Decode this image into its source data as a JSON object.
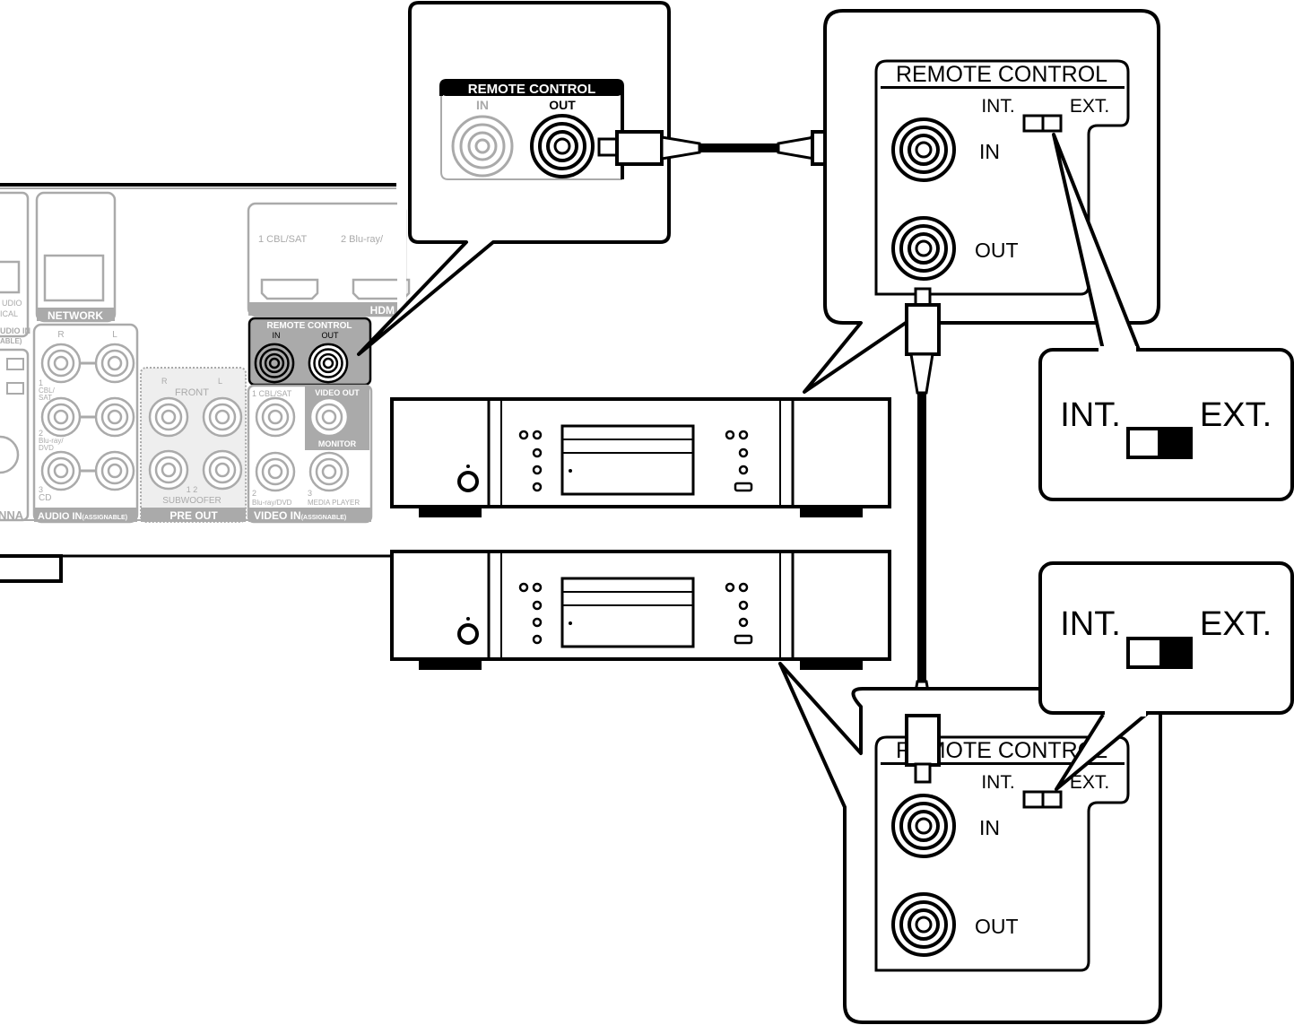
{
  "receiver_panel": {
    "partial_labels": [
      "UDIO",
      "ICAL",
      "UDIO IN",
      "ABLE)",
      "NNA"
    ],
    "network": "NETWORK",
    "audio_in": {
      "r": "R",
      "l": "L",
      "inputs": [
        "1",
        "CBL/",
        "SAT",
        "2",
        "Blu-ray/",
        "DVD",
        "3",
        "CD"
      ],
      "label": "AUDIO IN",
      "sub": "(ASSIGNABLE)"
    },
    "pre_out": {
      "r": "R",
      "l": "L",
      "front": "FRONT",
      "sub_nums": "1  2",
      "subwoofer": "SUBWOOFER",
      "label": "PRE OUT"
    },
    "hdmi": {
      "in1": "1 CBL/SAT",
      "in2": "2 Blu-ray/",
      "label": "HDM"
    },
    "remote_control": {
      "title": "REMOTE CONTROL",
      "in": "IN",
      "out": "OUT"
    },
    "video": {
      "in1": "1 CBL/SAT",
      "video_out": "VIDEO OUT",
      "monitor": "MONITOR",
      "in2_num": "2",
      "in2": "Blu-ray/DVD",
      "in3_num": "3",
      "in3": "MEDIA PLAYER",
      "label": "VIDEO IN",
      "sub": "(ASSIGNABLE)"
    }
  },
  "callout_receiver": {
    "title": "REMOTE CONTROL",
    "in": "IN",
    "out": "OUT"
  },
  "callout_device1": {
    "title": "REMOTE CONTROL",
    "int": "INT.",
    "ext": "EXT.",
    "in": "IN",
    "out": "OUT"
  },
  "callout_device2": {
    "title": "REMOTE CONTROL",
    "int": "INT.",
    "ext": "EXT.",
    "in": "IN",
    "out": "OUT"
  },
  "switch_zoom_1": {
    "int": "INT.",
    "ext": "EXT.",
    "position": "EXT."
  },
  "switch_zoom_2": {
    "int": "INT.",
    "ext": "EXT.",
    "position": "EXT."
  }
}
